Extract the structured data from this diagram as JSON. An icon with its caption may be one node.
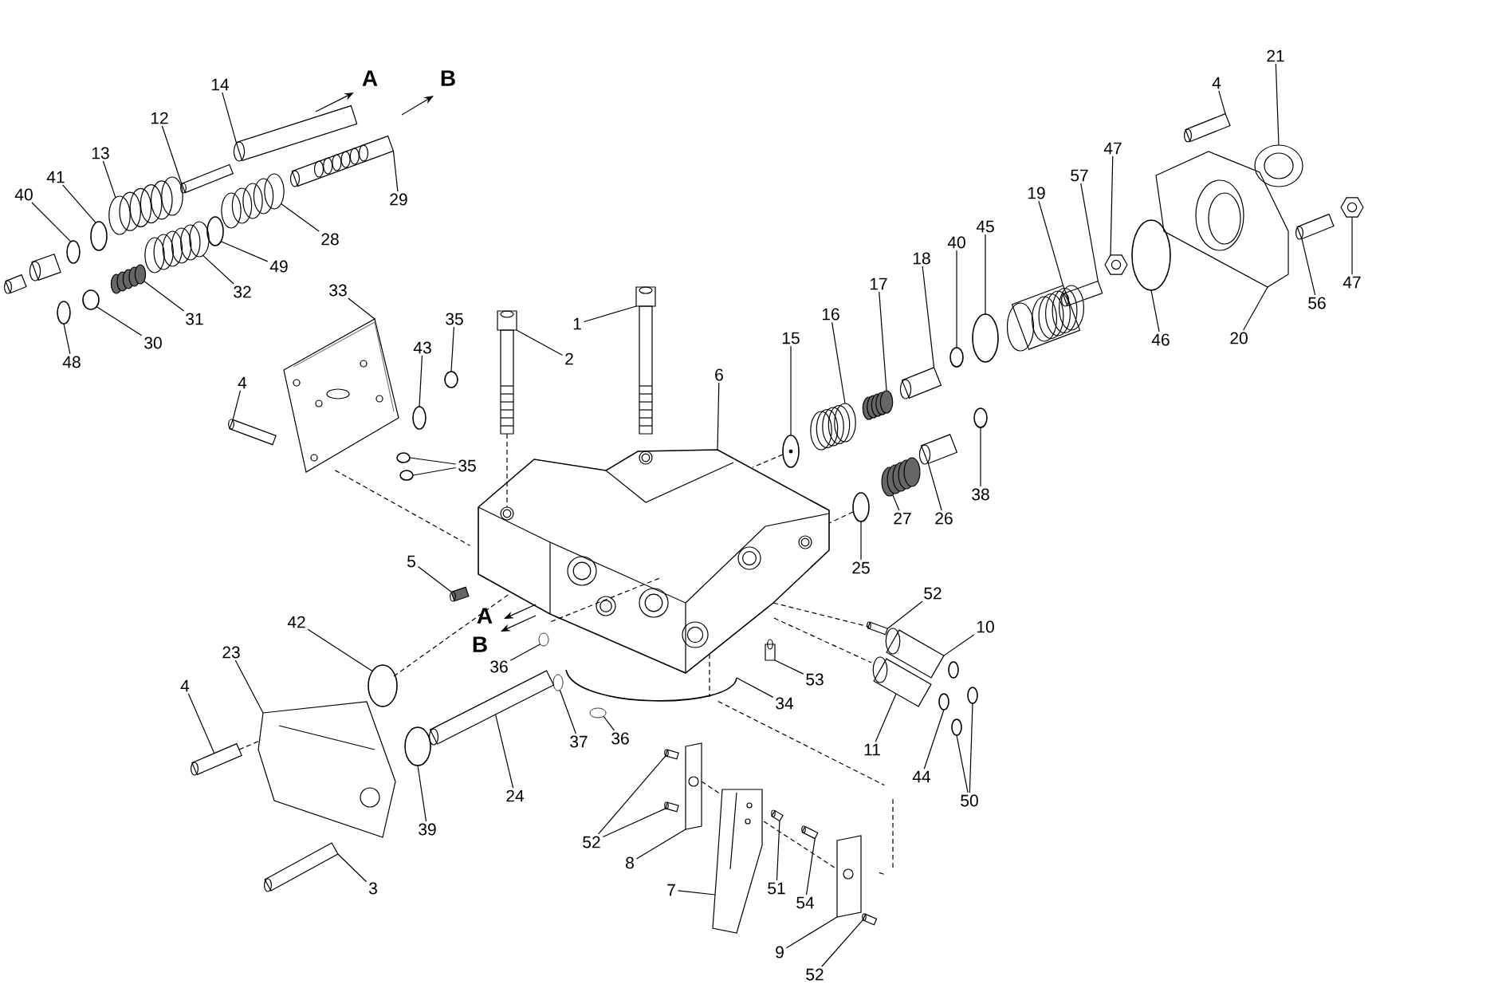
{
  "diagram": {
    "nodes": [
      {
        "text": [
          "21"
        ]
      },
      {
        "text": [
          "14"
        ]
      },
      {
        "text": [
          "4"
        ]
      },
      {
        "text": [
          "12"
        ]
      },
      {
        "text": [
          "47"
        ]
      },
      {
        "text": [
          "13"
        ]
      },
      {
        "text": [
          "41"
        ]
      },
      {
        "text": [
          "57"
        ]
      },
      {
        "text": [
          "19"
        ]
      },
      {
        "text": [
          "40"
        ]
      },
      {
        "text": [
          "29"
        ]
      },
      {
        "text": [
          "45"
        ]
      },
      {
        "text": [
          "28"
        ]
      },
      {
        "text": [
          "40"
        ]
      },
      {
        "text": [
          "18"
        ]
      },
      {
        "text": [
          "49"
        ]
      },
      {
        "text": [
          "47"
        ]
      },
      {
        "text": [
          "17"
        ]
      },
      {
        "text": [
          "33"
        ]
      },
      {
        "text": [
          "32"
        ]
      },
      {
        "text": [
          "56"
        ]
      },
      {
        "text": [
          "16"
        ]
      },
      {
        "text": [
          "31"
        ]
      },
      {
        "text": [
          "35"
        ]
      },
      {
        "text": [
          "1"
        ]
      },
      {
        "text": [
          "20"
        ]
      },
      {
        "text": [
          "46"
        ]
      },
      {
        "text": [
          "15"
        ]
      },
      {
        "text": [
          "30"
        ]
      },
      {
        "text": [
          "43"
        ]
      },
      {
        "text": [
          "2"
        ]
      },
      {
        "text": [
          "48"
        ]
      },
      {
        "text": [
          "6"
        ]
      },
      {
        "text": [
          "4"
        ]
      },
      {
        "text": [
          "35"
        ]
      },
      {
        "text": [
          "38"
        ]
      },
      {
        "text": [
          "26"
        ]
      },
      {
        "text": [
          "27"
        ]
      },
      {
        "text": [
          "5"
        ]
      },
      {
        "text": [
          "25"
        ]
      },
      {
        "text": [
          "52"
        ]
      },
      {
        "text": [
          "42"
        ]
      },
      {
        "text": [
          "10"
        ]
      },
      {
        "text": [
          "23"
        ]
      },
      {
        "text": [
          "36"
        ]
      },
      {
        "text": [
          "53"
        ]
      },
      {
        "text": [
          "4"
        ]
      },
      {
        "text": [
          "34"
        ]
      },
      {
        "text": [
          "37"
        ]
      },
      {
        "text": [
          "36"
        ]
      },
      {
        "text": [
          "11"
        ]
      },
      {
        "text": [
          "44"
        ]
      },
      {
        "text": [
          "24"
        ]
      },
      {
        "text": [
          "50"
        ]
      },
      {
        "text": [
          "39"
        ]
      },
      {
        "text": [
          "52"
        ]
      },
      {
        "text": [
          "8"
        ]
      },
      {
        "text": [
          "3"
        ]
      },
      {
        "text": [
          "7"
        ]
      },
      {
        "text": [
          "51"
        ]
      },
      {
        "text": [
          "54"
        ]
      },
      {
        "text": [
          "9"
        ]
      },
      {
        "text": [
          "52"
        ]
      },
      {
        "text": [],
        "shape": "picture"
      },
      {
        "text": [],
        "shape": "cylinder"
      },
      {
        "text": [],
        "shape": "cylinder"
      },
      {
        "text": [],
        "shape": "cylinder"
      },
      {
        "text": [],
        "shape": "picture"
      },
      {
        "text": [],
        "shape": "picture"
      },
      {
        "text": [],
        "shape": "circle"
      },
      {
        "text": [],
        "shape": "cylinder"
      },
      {
        "text": [],
        "shape": "picture"
      },
      {
        "text": [],
        "shape": "circle"
      },
      {
        "text": [],
        "shape": "picture"
      },
      {
        "text": [],
        "shape": "circle"
      },
      {
        "text": [],
        "shape": "picture"
      },
      {
        "text": [],
        "shape": "circle"
      },
      {
        "text": [],
        "shape": "cylinder"
      },
      {
        "text": [],
        "shape": "circle"
      },
      {
        "text": [],
        "shape": "picture"
      },
      {
        "text": [],
        "shape": "picture"
      },
      {
        "text": [],
        "shape": "picture"
      },
      {
        "text": [],
        "shape": "picture"
      },
      {
        "text": [],
        "shape": "cylinder"
      },
      {
        "text": [],
        "shape": "picture"
      },
      {
        "text": [],
        "shape": "picture"
      },
      {
        "text": [],
        "shape": "circle"
      },
      {
        "text": [],
        "shape": "picture"
      },
      {
        "text": [],
        "shape": "picture"
      },
      {
        "text": [],
        "shape": "circle"
      },
      {
        "text": [],
        "shape": "picture"
      },
      {
        "text": [],
        "shape": "circle"
      },
      {
        "text": [],
        "shape": "circle"
      },
      {
        "text": [],
        "shape": "picture"
      },
      {
        "text": [],
        "shape": "circle"
      },
      {
        "text": [],
        "shape": "picture"
      },
      {
        "text": [],
        "shape": "cylinder"
      },
      {
        "text": [],
        "shape": "circle"
      },
      {
        "text": [],
        "shape": "circle"
      },
      {
        "text": [],
        "shape": "circle"
      },
      {
        "text": [],
        "shape": "cylinder"
      },
      {
        "text": [],
        "shape": "picture"
      },
      {
        "text": [],
        "shape": "cylinder"
      },
      {
        "text": [],
        "shape": "circle"
      },
      {
        "text": [],
        "shape": "cylinder"
      },
      {
        "text": [],
        "shape": "circle"
      },
      {
        "text": [],
        "shape": "cylinder"
      },
      {
        "text": [],
        "shape": "picture"
      },
      {
        "text": [],
        "shape": "circle"
      },
      {
        "text": [],
        "shape": "cylinder"
      },
      {
        "text": [],
        "shape": "cylinder"
      },
      {
        "text": [],
        "shape": "circle"
      },
      {
        "text": [],
        "shape": "circle"
      },
      {
        "text": [],
        "shape": "circle"
      },
      {
        "text": [],
        "shape": "cylinder"
      },
      {
        "text": [],
        "shape": "circle"
      },
      {
        "text": [],
        "shape": "cylinder"
      },
      {
        "text": [],
        "shape": "circle"
      },
      {
        "text": [],
        "shape": "circle"
      },
      {
        "text": [],
        "shape": "circle"
      },
      {
        "text": [],
        "shape": "cylinder"
      },
      {
        "text": [],
        "shape": "cylinder"
      },
      {
        "text": [],
        "shape": "picture"
      },
      {
        "text": [],
        "shape": "cylinder"
      },
      {
        "text": [],
        "shape": "picture"
      },
      {
        "text": [],
        "shape": "cylinder"
      },
      {
        "text": [],
        "shape": "cylinder"
      },
      {
        "text": [],
        "shape": "picture"
      },
      {
        "text": [],
        "shape": "cylinder"
      }
    ],
    "edges": [
      {
        "from": 0,
        "to": 63,
        "arrow": "none"
      },
      {
        "from": 1,
        "to": 64,
        "arrow": "none"
      },
      {
        "from": 2,
        "to": 65,
        "arrow": "none"
      },
      {
        "from": 3,
        "to": 66,
        "arrow": "none"
      },
      {
        "from": 4,
        "to": 67,
        "arrow": "none"
      },
      {
        "from": 5,
        "to": 68,
        "arrow": "none"
      },
      {
        "from": 6,
        "to": 69,
        "arrow": "none"
      },
      {
        "from": 7,
        "to": 70,
        "arrow": "none"
      },
      {
        "from": 8,
        "to": 71,
        "arrow": "none"
      },
      {
        "from": 9,
        "to": 72,
        "arrow": "none"
      },
      {
        "from": 10,
        "to": 73,
        "arrow": "none"
      },
      {
        "from": 11,
        "to": 74,
        "arrow": "none"
      },
      {
        "from": 12,
        "to": 75,
        "arrow": "none"
      },
      {
        "from": 13,
        "to": 76,
        "arrow": "none"
      },
      {
        "from": 14,
        "to": 77,
        "arrow": "none"
      },
      {
        "from": 15,
        "to": 78,
        "arrow": "none"
      },
      {
        "from": 16,
        "to": 79,
        "arrow": "none"
      },
      {
        "from": 17,
        "to": 80,
        "arrow": "none"
      },
      {
        "from": 18,
        "to": 81,
        "arrow": "none"
      },
      {
        "from": 19,
        "to": 82,
        "arrow": "none"
      },
      {
        "from": 20,
        "to": 83,
        "arrow": "none"
      },
      {
        "from": 21,
        "to": 84,
        "arrow": "none"
      },
      {
        "from": 22,
        "to": 85,
        "arrow": "none"
      },
      {
        "from": 23,
        "to": 86,
        "arrow": "none"
      },
      {
        "from": 24,
        "to": 87,
        "arrow": "none"
      },
      {
        "from": 25,
        "to": 88,
        "arrow": "none"
      },
      {
        "from": 26,
        "to": 89,
        "arrow": "none"
      },
      {
        "from": 27,
        "to": 90,
        "arrow": "none"
      },
      {
        "from": 28,
        "to": 91,
        "arrow": "none"
      },
      {
        "from": 29,
        "to": 92,
        "arrow": "none"
      },
      {
        "from": 30,
        "to": 93,
        "arrow": "none"
      },
      {
        "from": 31,
        "to": 94,
        "arrow": "none"
      },
      {
        "from": 32,
        "to": 95,
        "arrow": "none"
      },
      {
        "from": 33,
        "to": 96,
        "arrow": "none"
      },
      {
        "from": 34,
        "to": 97,
        "arrow": "none"
      },
      {
        "from": 34,
        "to": 98,
        "arrow": "none"
      },
      {
        "from": 35,
        "to": 99,
        "arrow": "none"
      },
      {
        "from": 36,
        "to": 100,
        "arrow": "none"
      },
      {
        "from": 37,
        "to": 101,
        "arrow": "none"
      },
      {
        "from": 38,
        "to": 102,
        "arrow": "none"
      },
      {
        "from": 39,
        "to": 103,
        "arrow": "none"
      },
      {
        "from": 40,
        "to": 104,
        "arrow": "none"
      },
      {
        "from": 41,
        "to": 105,
        "arrow": "none"
      },
      {
        "from": 42,
        "to": 106,
        "arrow": "none"
      },
      {
        "from": 43,
        "to": 107,
        "arrow": "none"
      },
      {
        "from": 44,
        "to": 108,
        "arrow": "none"
      },
      {
        "from": 45,
        "to": 109,
        "arrow": "none"
      },
      {
        "from": 46,
        "to": 110,
        "arrow": "none"
      },
      {
        "from": 47,
        "to": 111,
        "arrow": "none"
      },
      {
        "from": 48,
        "to": 112,
        "arrow": "none"
      },
      {
        "from": 49,
        "to": 113,
        "arrow": "none"
      },
      {
        "from": 50,
        "to": 114,
        "arrow": "none"
      },
      {
        "from": 51,
        "to": 115,
        "arrow": "none"
      },
      {
        "from": 52,
        "to": 116,
        "arrow": "none"
      },
      {
        "from": 53,
        "to": 117,
        "arrow": "none"
      },
      {
        "from": 53,
        "to": 118,
        "arrow": "none"
      },
      {
        "from": 54,
        "to": 119,
        "arrow": "none"
      },
      {
        "from": 55,
        "to": 120,
        "arrow": "none"
      },
      {
        "from": 55,
        "to": 121,
        "arrow": "none"
      },
      {
        "from": 56,
        "to": 122,
        "arrow": "none"
      },
      {
        "from": 57,
        "to": 123,
        "arrow": "none"
      },
      {
        "from": 58,
        "to": 124,
        "arrow": "none"
      },
      {
        "from": 59,
        "to": 125,
        "arrow": "none"
      },
      {
        "from": 60,
        "to": 126,
        "arrow": "none"
      },
      {
        "from": 61,
        "to": 127,
        "arrow": "none"
      },
      {
        "from": 62,
        "to": 128,
        "arrow": "none"
      },
      {
        "from": 93,
        "to": 95,
        "arrow": "none",
        "style": "dashed"
      },
      {
        "from": 110,
        "to": 107,
        "arrow": "none",
        "style": "dashed"
      },
      {
        "from": 90,
        "to": 95,
        "arrow": "none",
        "style": "dashed"
      },
      {
        "from": 103,
        "to": 95,
        "arrow": "none",
        "style": "dashed"
      },
      {
        "from": 95,
        "to": 104,
        "arrow": "none",
        "style": "dashed"
      },
      {
        "from": 122,
        "to": 124,
        "arrow": "none",
        "style": "dashed"
      },
      {
        "from": 95,
        "to": 111,
        "arrow": "none",
        "style": "dashed"
      },
      {
        "from": 124,
        "to": 127,
        "arrow": "none",
        "style": "dashed"
      },
      {
        "from": 105,
        "to": 95,
        "arrow": "none",
        "style": "dashed"
      }
    ],
    "labels": [
      "A",
      "B",
      "A",
      "B"
    ]
  }
}
